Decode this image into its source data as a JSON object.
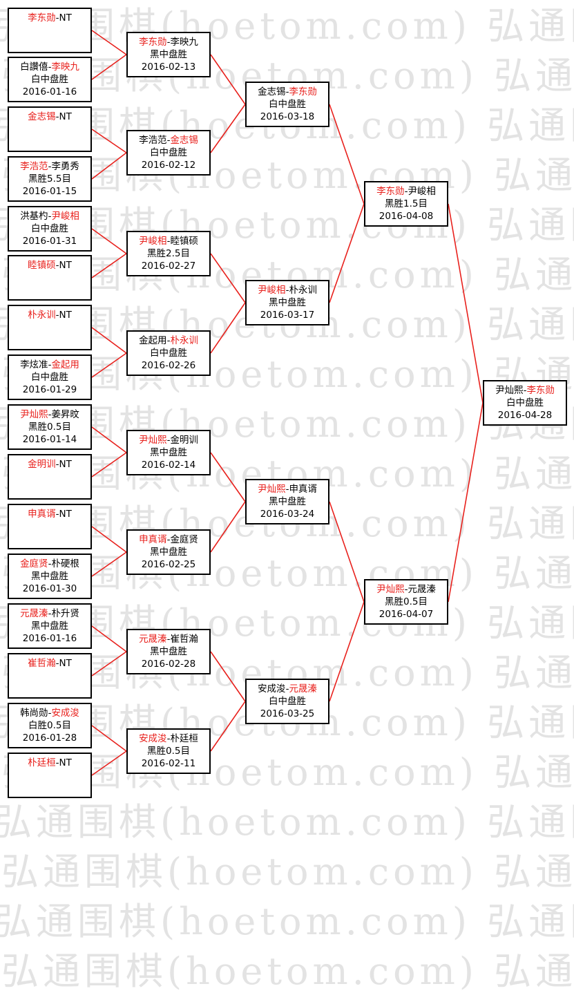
{
  "watermark": {
    "text": "弘通围棋(hoetom.com)",
    "lines": [
      "弘通围棋(hoetom.com) 弘通围棋",
      "弘通围棋(hoetom.com) 弘通围棋",
      "弘通围棋(hoetom.com) 弘通围棋",
      "弘通围棋(hoetom.com) 弘通围棋",
      "弘通围棋(hoetom.com) 弘通围棋",
      "弘通围棋(hoetom.com) 弘通围棋",
      "弘通围棋(hoetom.com) 弘通围棋",
      "弘通围棋(hoetom.com) 弘通围棋",
      "弘通围棋(hoetom.com) 弘通围棋",
      "弘通围棋(hoetom.com) 弘通围棋",
      "弘通围棋(hoetom.com) 弘通围棋",
      "弘通围棋(hoetom.com) 弘通围棋",
      "弘通围棋(hoetom.com) 弘通围棋",
      "弘通围棋(hoetom.com) 弘通围棋",
      "弘通围棋(hoetom.com) 弘通围棋",
      "弘通围棋(hoetom.com) 弘通围棋",
      "弘通围棋(hoetom.com) 弘通围棋",
      "弘通围棋(hoetom.com) 弘通围棋",
      "弘通围棋(hoetom.com) 弘通围棋",
      "弘通围棋(hoetom.com) 弘通围棋"
    ]
  },
  "colors": {
    "winner": "#e8201c",
    "connector": "#e8201c",
    "border": "#000000"
  },
  "rounds": [
    {
      "matches": [
        {
          "black": "李东勋",
          "white": "NT",
          "winner": "black",
          "result": "",
          "date": ""
        },
        {
          "black": "白讚僖",
          "white": "李映九",
          "winner": "white",
          "result": "白中盘胜",
          "date": "2016-01-16"
        },
        {
          "black": "金志锡",
          "white": "NT",
          "winner": "black",
          "result": "",
          "date": ""
        },
        {
          "black": "李浩范",
          "white": "李勇秀",
          "winner": "black",
          "result": "黑胜5.5目",
          "date": "2016-01-15"
        },
        {
          "black": "洪基杓",
          "white": "尹峻相",
          "winner": "white",
          "result": "白中盘胜",
          "date": "2016-01-31"
        },
        {
          "black": "睦镇硕",
          "white": "NT",
          "winner": "black",
          "result": "",
          "date": ""
        },
        {
          "black": "朴永训",
          "white": "NT",
          "winner": "black",
          "result": "",
          "date": ""
        },
        {
          "black": "李炫准",
          "white": "金起用",
          "winner": "white",
          "result": "白中盘胜",
          "date": "2016-01-29"
        },
        {
          "black": "尹灿熙",
          "white": "姜昇旼",
          "winner": "black",
          "result": "黑胜0.5目",
          "date": "2016-01-14"
        },
        {
          "black": "金明训",
          "white": "NT",
          "winner": "black",
          "result": "",
          "date": ""
        },
        {
          "black": "申真谞",
          "white": "NT",
          "winner": "black",
          "result": "",
          "date": ""
        },
        {
          "black": "金庭贤",
          "white": "朴硬根",
          "winner": "black",
          "result": "黑中盘胜",
          "date": "2016-01-30"
        },
        {
          "black": "元晟溱",
          "white": "朴升贤",
          "winner": "black",
          "result": "黑中盘胜",
          "date": "2016-01-16"
        },
        {
          "black": "崔哲瀚",
          "white": "NT",
          "winner": "black",
          "result": "",
          "date": ""
        },
        {
          "black": "韩尚勋",
          "white": "安成浚",
          "winner": "white",
          "result": "白胜0.5目",
          "date": "2016-01-28"
        },
        {
          "black": "朴廷桓",
          "white": "NT",
          "winner": "black",
          "result": "",
          "date": ""
        }
      ]
    },
    {
      "matches": [
        {
          "black": "李东勋",
          "white": "李映九",
          "winner": "black",
          "result": "黑中盘胜",
          "date": "2016-02-13"
        },
        {
          "black": "李浩范",
          "white": "金志锡",
          "winner": "white",
          "result": "白中盘胜",
          "date": "2016-02-12"
        },
        {
          "black": "尹峻相",
          "white": "睦镇硕",
          "winner": "black",
          "result": "黑胜2.5目",
          "date": "2016-02-27"
        },
        {
          "black": "金起用",
          "white": "朴永训",
          "winner": "white",
          "result": "白中盘胜",
          "date": "2016-02-26"
        },
        {
          "black": "尹灿熙",
          "white": "金明训",
          "winner": "black",
          "result": "黑中盘胜",
          "date": "2016-02-14"
        },
        {
          "black": "申真谞",
          "white": "金庭贤",
          "winner": "black",
          "result": "黑中盘胜",
          "date": "2016-02-25"
        },
        {
          "black": "元晟溱",
          "white": "崔哲瀚",
          "winner": "black",
          "result": "黑中盘胜",
          "date": "2016-02-28"
        },
        {
          "black": "安成浚",
          "white": "朴廷桓",
          "winner": "black",
          "result": "黑胜0.5目",
          "date": "2016-02-11"
        }
      ]
    },
    {
      "matches": [
        {
          "black": "金志锡",
          "white": "李东勋",
          "winner": "white",
          "result": "白中盘胜",
          "date": "2016-03-18"
        },
        {
          "black": "尹峻相",
          "white": "朴永训",
          "winner": "black",
          "result": "黑中盘胜",
          "date": "2016-03-17"
        },
        {
          "black": "尹灿熙",
          "white": "申真谞",
          "winner": "black",
          "result": "黑中盘胜",
          "date": "2016-03-24"
        },
        {
          "black": "安成浚",
          "white": "元晟溱",
          "winner": "white",
          "result": "白中盘胜",
          "date": "2016-03-25"
        }
      ]
    },
    {
      "matches": [
        {
          "black": "李东勋",
          "white": "尹峻相",
          "winner": "black",
          "result": "黑胜1.5目",
          "date": "2016-04-08"
        },
        {
          "black": "尹灿熙",
          "white": "元晟溱",
          "winner": "black",
          "result": "黑胜0.5目",
          "date": "2016-04-07"
        }
      ]
    },
    {
      "matches": [
        {
          "black": "尹灿熙",
          "white": "李东勋",
          "winner": "white",
          "result": "白中盘胜",
          "date": "2016-04-28"
        }
      ]
    }
  ]
}
